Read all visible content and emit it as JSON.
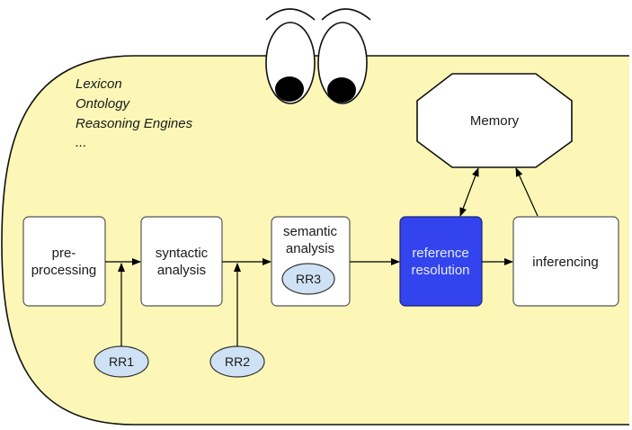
{
  "resources": {
    "lexicon": "Lexicon",
    "ontology": "Ontology",
    "reasoning": "Reasoning Engines",
    "ellipsis": "..."
  },
  "memory": {
    "label": "Memory"
  },
  "nodes": {
    "preprocessing": {
      "line1": "pre-",
      "line2": "processing"
    },
    "syntactic": {
      "line1": "syntactic",
      "line2": "analysis"
    },
    "semantic": {
      "line1": "semantic",
      "line2": "analysis"
    },
    "reference": {
      "line1": "reference",
      "line2": "resolution"
    },
    "inferencing": {
      "line1": "inferencing"
    }
  },
  "rr": {
    "rr1": "RR1",
    "rr2": "RR2",
    "rr3": "RR3"
  },
  "colors": {
    "background_blob": "#fcf7b6",
    "highlight_node": "#3344ee",
    "rr_ellipse": "#cfe2f5"
  }
}
